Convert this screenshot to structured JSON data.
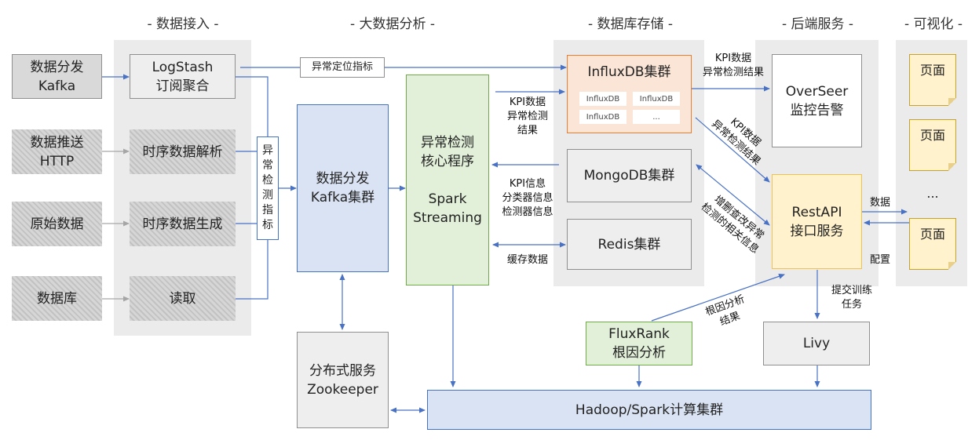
{
  "headers": {
    "ingest": "- 数据接入 -",
    "analysis": "- 大数据分析 -",
    "storage": "- 数据库存储 -",
    "backend": "- 后端服务 -",
    "viz": "- 可视化 -"
  },
  "sources": {
    "kafka": [
      "数据分发",
      "Kafka"
    ],
    "http": [
      "数据推送",
      "HTTP"
    ],
    "raw": "原始数据",
    "db": "数据库"
  },
  "ingest": {
    "logstash": [
      "LogStash",
      "订阅聚合"
    ],
    "ts_parse": "时序数据解析",
    "ts_gen": "时序数据生成",
    "read": "读取"
  },
  "anomaly_metric": [
    "异",
    "常",
    "检",
    "测",
    "指",
    "标"
  ],
  "anomaly_locate": "异常定位指标",
  "kafka_cluster": [
    "数据分发",
    "Kafka集群"
  ],
  "core": [
    "异常检测",
    "核心程序",
    "",
    "Spark",
    "Streaming"
  ],
  "zookeeper": [
    "分布式服务",
    "Zookeeper"
  ],
  "influx": {
    "title": "InfluxDB集群",
    "nodes": [
      "InfluxDB",
      "InfluxDB",
      "InfluxDB",
      "..."
    ]
  },
  "mongo": "MongoDB集群",
  "redis": "Redis集群",
  "labels": {
    "kpi_to_influx": [
      "KPI数据",
      "异常检测",
      "结果"
    ],
    "kpi_info": [
      "KPI信息",
      "分类器信息",
      "检测器信息"
    ],
    "cache": "缓存数据",
    "kpi_to_overseer": [
      "KPI数据",
      "异常检测结果"
    ],
    "diag1": [
      "KPI数据",
      "异常检测结果"
    ],
    "diag2": [
      "增删查改异常",
      "检测的相关信息"
    ],
    "data": "数据",
    "config": "配置",
    "submit": [
      "提交训练",
      "任务"
    ],
    "rootcause": [
      "根因分析",
      "结果"
    ]
  },
  "overseer": [
    "OverSeer",
    "监控告警"
  ],
  "restapi": [
    "RestAPI",
    "接口服务"
  ],
  "fluxrank": [
    "FluxRank",
    "根因分析"
  ],
  "livy": "Livy",
  "hadoop": "Hadoop/Spark计算集群",
  "pages": [
    "页面",
    "页面",
    "...",
    "页面"
  ],
  "colors": {
    "arrow_blue": "#4a72c4",
    "arrow_gray": "#a6a6a6",
    "region_bg": "#ebebeb"
  }
}
